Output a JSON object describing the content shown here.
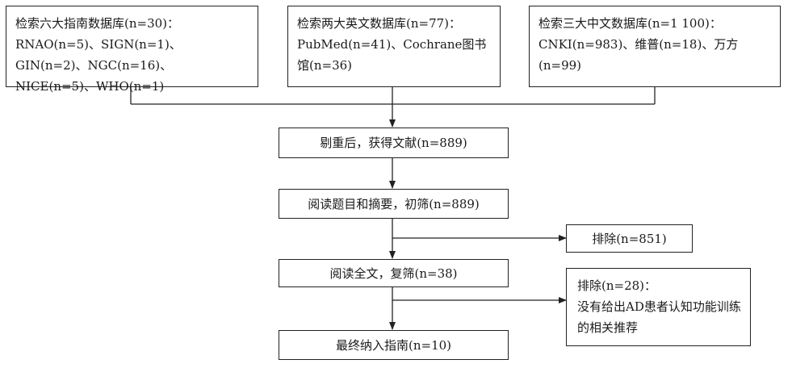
{
  "boxes": {
    "six_guideline_db": "检索六大指南数据库(n=30)：RNAO(n=5)、SIGN(n=1)、GIN(n=2)、NGC(n=16)、NICE(n=5)、WHO(n=1)",
    "two_english_db": "检索两大英文数据库(n=77)：PubMed(n=41)、Cochrane图书馆(n=36)",
    "three_chinese_db": "检索三大中文数据库(n=1 100)：CNKI(n=983)、维普(n=18)、万方(n=99)",
    "dedup": "剔重后，获得文献(n=889)",
    "title_abstract": "阅读题目和摘要，初筛(n=889)",
    "exclude_1": "排除(n=851)",
    "fulltext": "阅读全文，复筛(n=38)",
    "exclude_2_title": "排除(n=28)：",
    "exclude_2_reason": "没有给出AD患者认知功能训练的相关推荐",
    "final": "最终纳入指南(n=10)"
  }
}
